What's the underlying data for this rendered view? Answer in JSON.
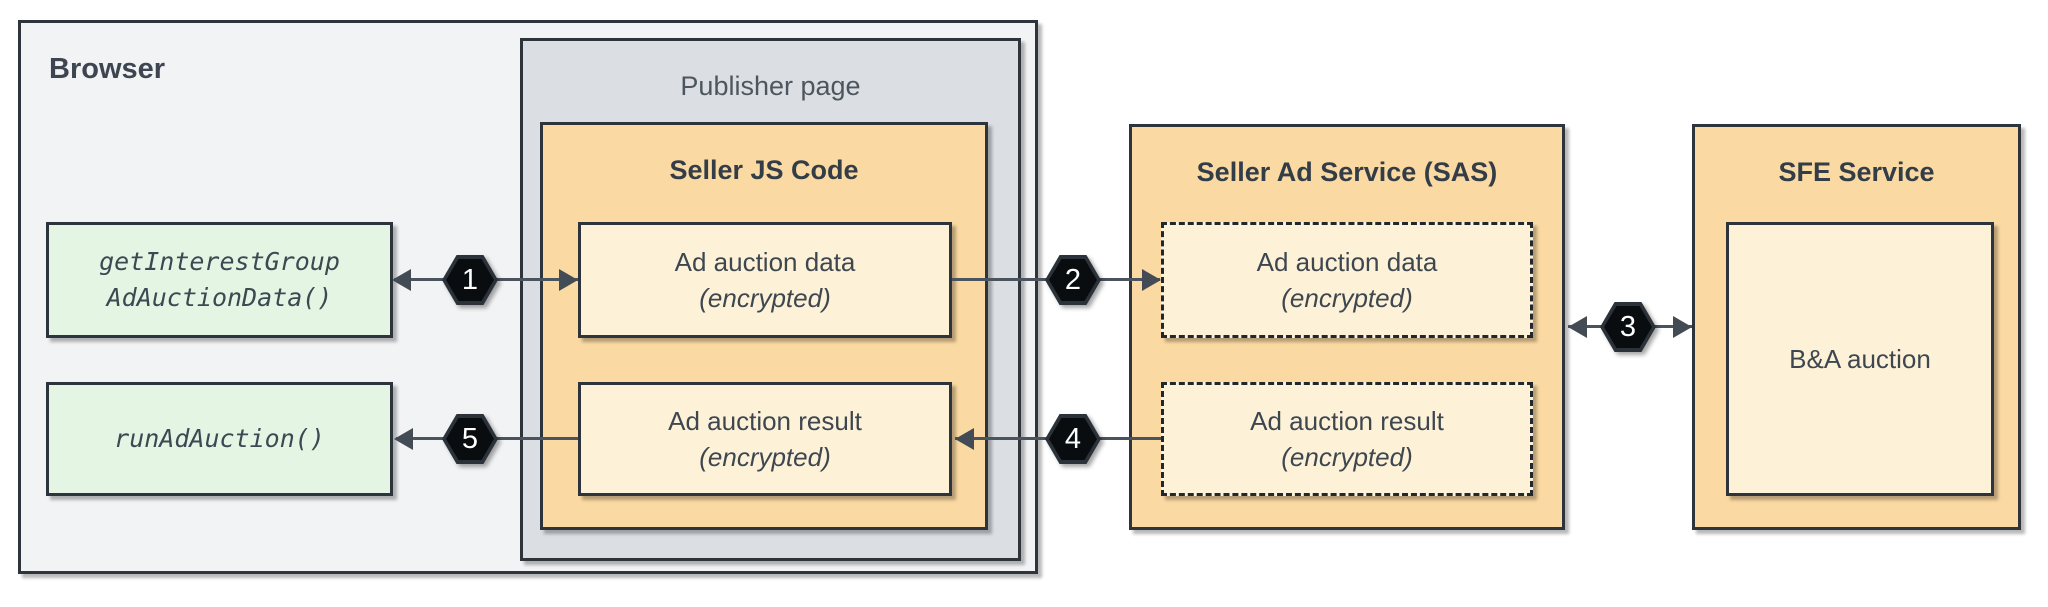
{
  "browser": {
    "title": "Browser"
  },
  "publisher": {
    "title": "Publisher page"
  },
  "seller_js": {
    "title": "Seller JS Code",
    "data_box": {
      "line1": "Ad auction data",
      "line2": "(encrypted)"
    },
    "result_box": {
      "line1": "Ad auction result",
      "line2": "(encrypted)"
    }
  },
  "browser_api": {
    "get_interest_group": {
      "line1": "getInterestGroup",
      "line2": "AdAuctionData()"
    },
    "run_ad_auction": {
      "line1": "runAdAuction()"
    }
  },
  "sas": {
    "title": "Seller Ad Service (SAS)",
    "data_box": {
      "line1": "Ad auction data",
      "line2": "(encrypted)"
    },
    "result_box": {
      "line1": "Ad auction result",
      "line2": "(encrypted)"
    }
  },
  "sfe": {
    "title": "SFE Service",
    "auction_box": "B&A auction"
  },
  "steps": {
    "s1": "1",
    "s2": "2",
    "s3": "3",
    "s4": "4",
    "s5": "5"
  },
  "colors": {
    "container_orange": "#fbd9a2",
    "inner_cream": "#fdf2d8",
    "api_green": "#e4f6e3",
    "browser_gray": "#f2f3f5",
    "publisher_gray": "#dbdfe3",
    "border_dark": "#2d343c",
    "arrow": "#4b545e",
    "badge_black": "#0a0d10",
    "badge_text": "#ffffff"
  }
}
